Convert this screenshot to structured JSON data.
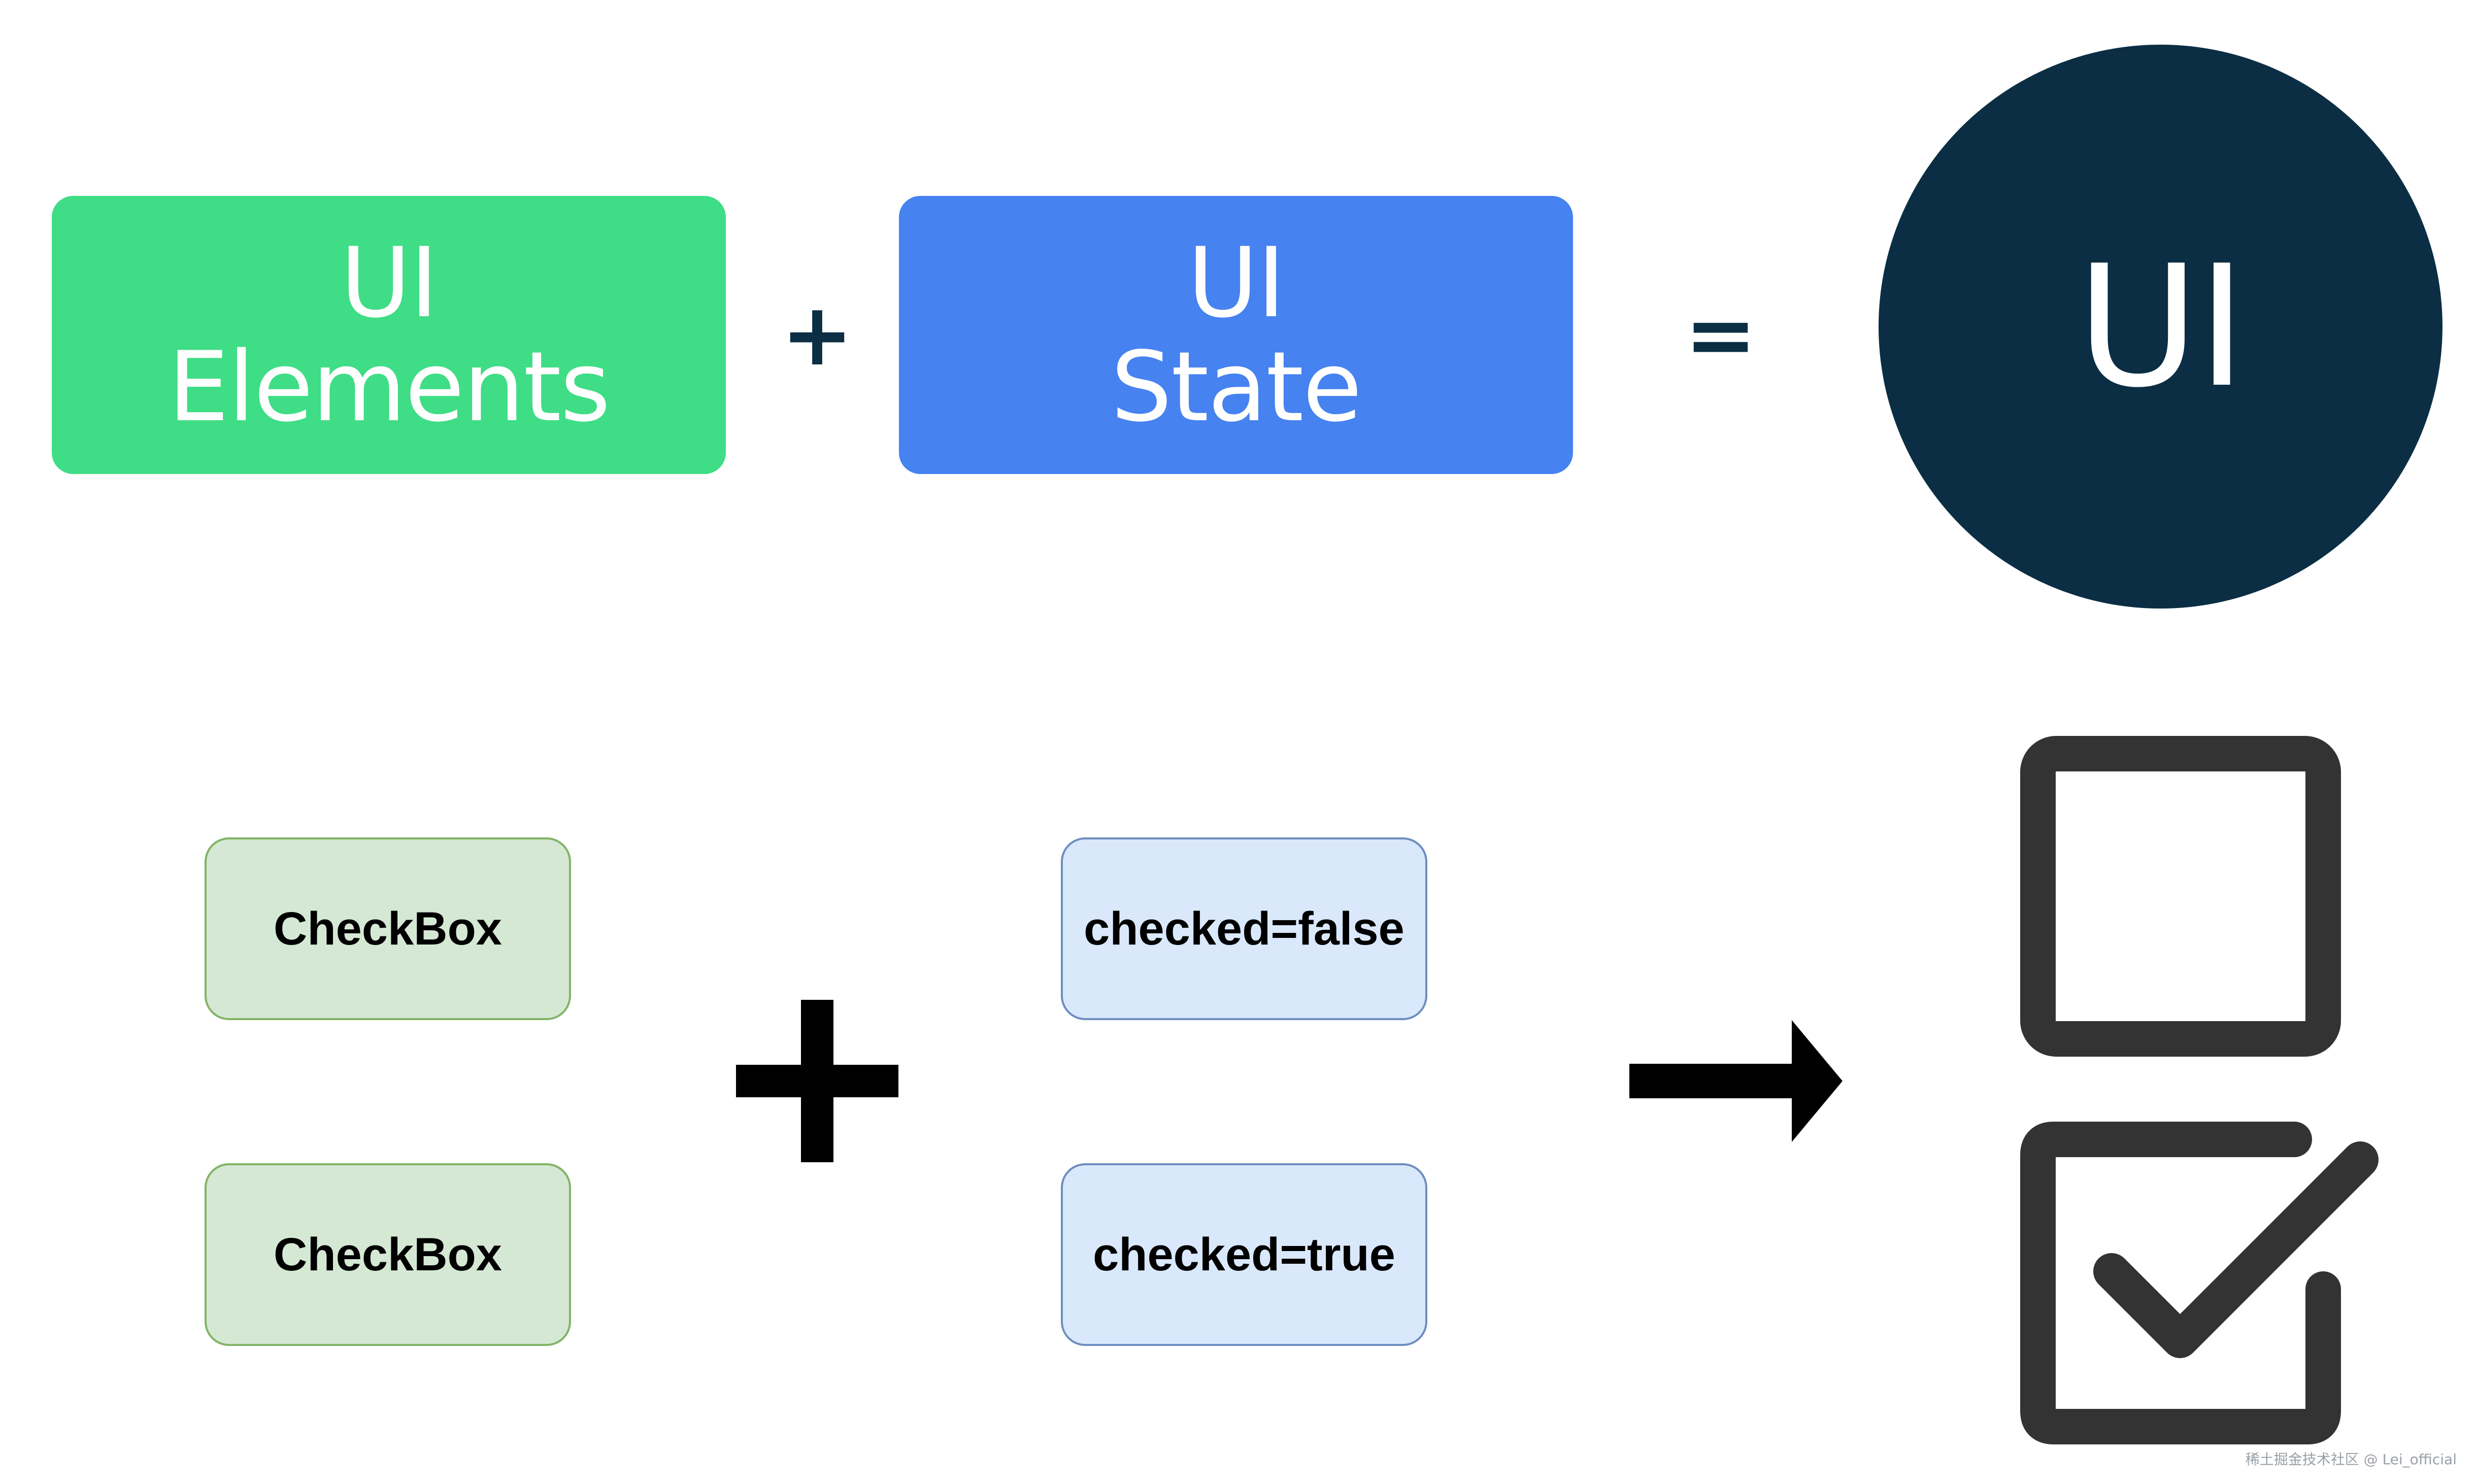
{
  "top_row": {
    "elements_box": {
      "line1": "UI",
      "line2": "Elements",
      "color": "#3fdd86"
    },
    "plus_symbol": "+",
    "state_box": {
      "line1": "UI",
      "line2": "State",
      "color": "#4682f0"
    },
    "equals_symbol": "=",
    "result_circle": {
      "label": "UI",
      "color": "#0b2e44"
    }
  },
  "bottom_row": {
    "elements": [
      {
        "label": "CheckBox"
      },
      {
        "label": "CheckBox"
      }
    ],
    "states": [
      {
        "label": "checked=false"
      },
      {
        "label": "checked=true"
      }
    ],
    "plus_icon": "plus-icon",
    "arrow_icon": "right-arrow-icon",
    "results": [
      {
        "icon": "checkbox-unchecked-icon"
      },
      {
        "icon": "checkbox-checked-icon"
      }
    ],
    "colors": {
      "element_fill": "#d5e8d4",
      "element_border": "#82b366",
      "state_fill": "#dae8fc",
      "state_border": "#6c8ebf",
      "icon_color": "#333333"
    }
  },
  "watermark": "稀土掘金技术社区 @ Lei_official"
}
